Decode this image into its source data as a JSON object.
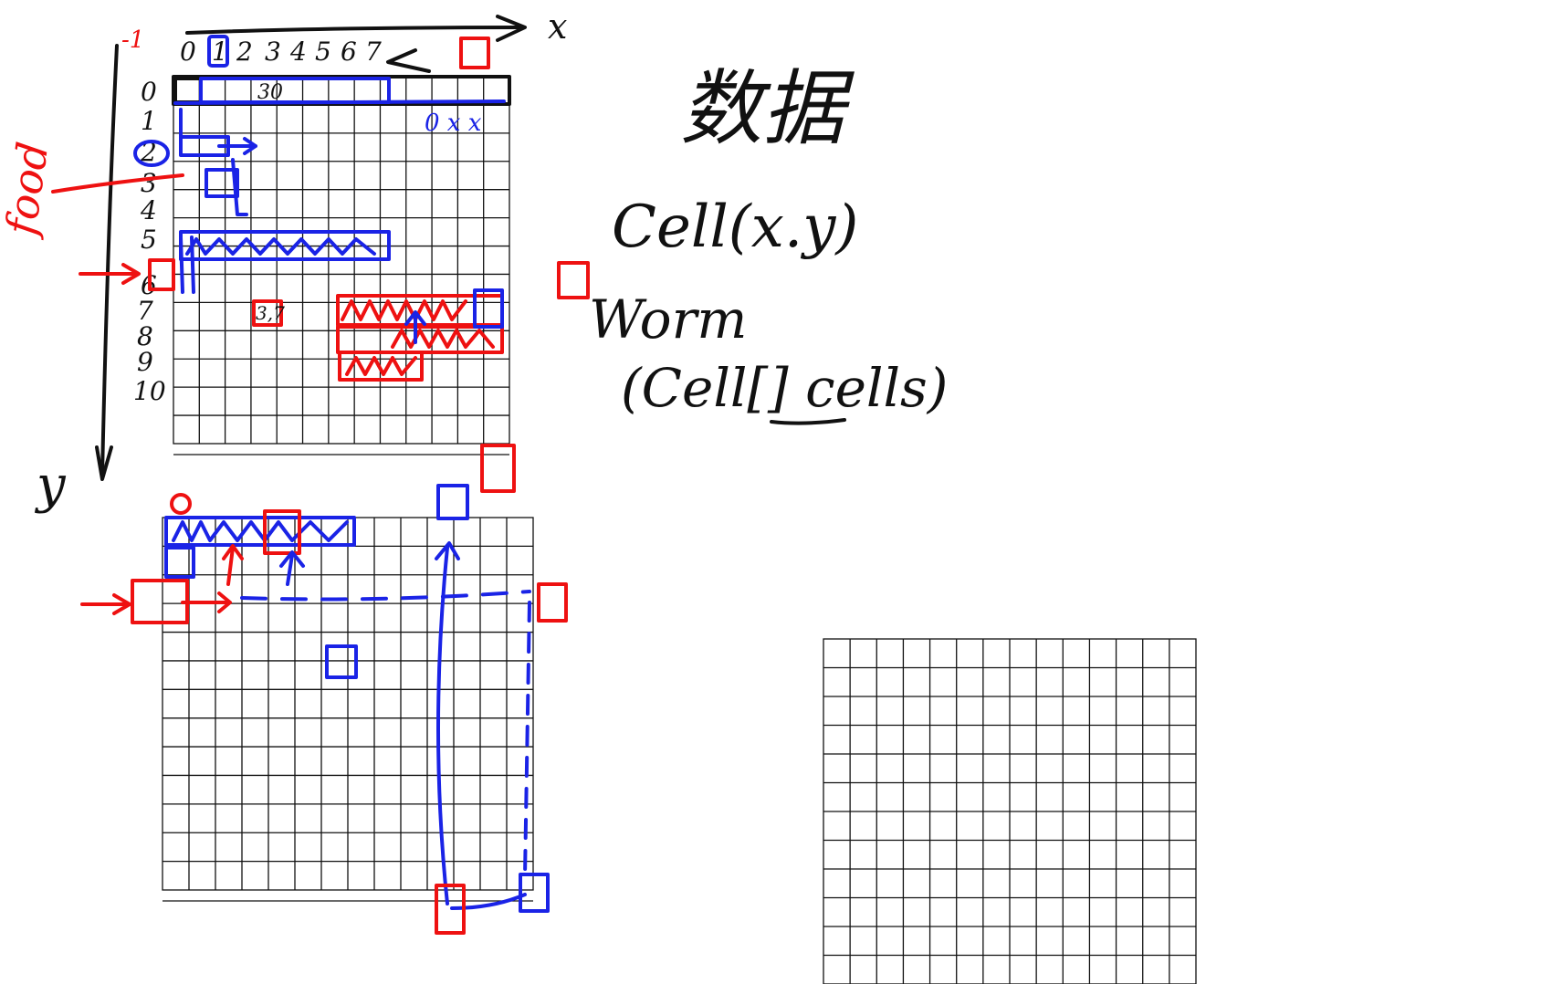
{
  "axes": {
    "x_label": "x",
    "y_label": "y",
    "x_ticks": [
      "0",
      "1",
      "2",
      "3",
      "4",
      "5",
      "6",
      "7"
    ],
    "y_ticks": [
      "0",
      "1",
      "2",
      "3",
      "4",
      "5",
      "6",
      "7",
      "8",
      "9",
      "10"
    ],
    "corner_label": "-1"
  },
  "notes": {
    "heading": "数据",
    "cell_line": "Cell(x.y)",
    "worm_line": "Worm",
    "worm_param_line": "(Cell[] cells)",
    "food_label": "food"
  },
  "grid_marks": {
    "cell_label_a": "30",
    "cell_label_b": "3,7",
    "row1_marks": "0 x x"
  },
  "colors": {
    "ink": "#111111",
    "blue": "#1a23e6",
    "red": "#ee1111"
  }
}
